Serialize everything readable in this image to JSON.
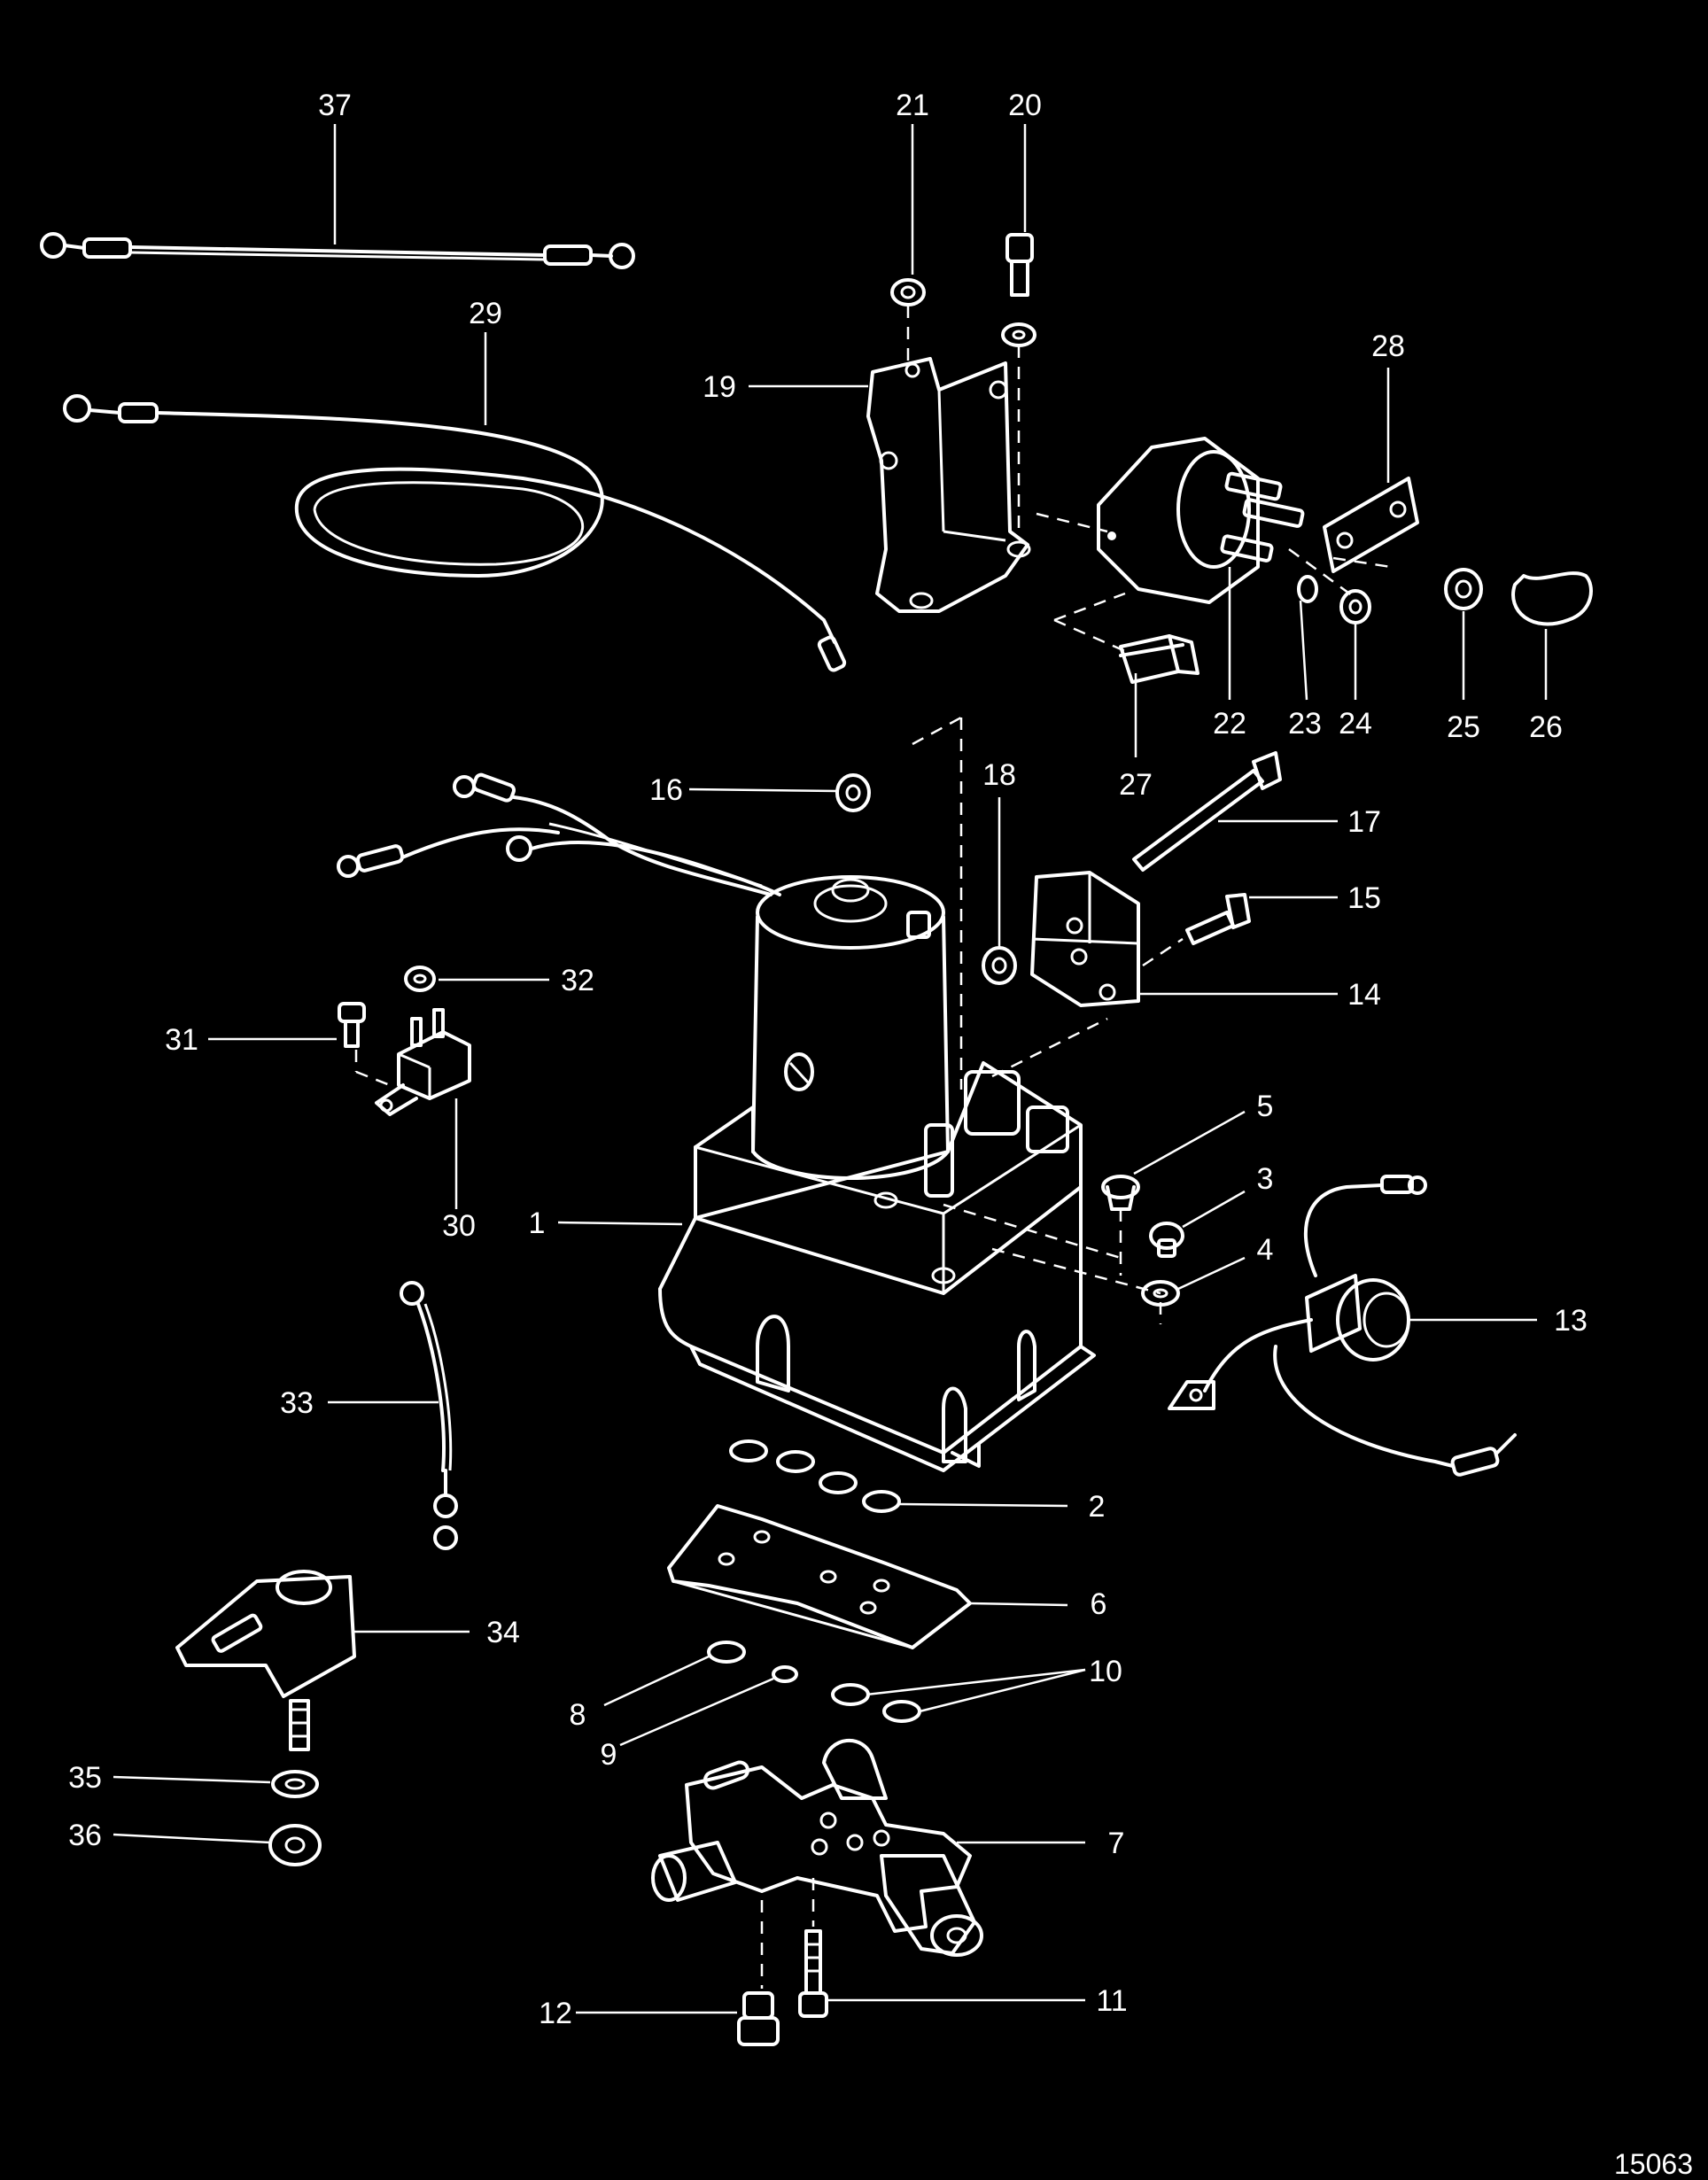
{
  "callouts": {
    "c1": "1",
    "c2": "2",
    "c3": "3",
    "c4": "4",
    "c5": "5",
    "c6": "6",
    "c7": "7",
    "c8": "8",
    "c9": "9",
    "c10": "10",
    "c11": "11",
    "c12": "12",
    "c13": "13",
    "c14": "14",
    "c15": "15",
    "c16": "16",
    "c17": "17",
    "c18": "18",
    "c19": "19",
    "c20": "20",
    "c21": "21",
    "c22": "22",
    "c23": "23",
    "c24": "24",
    "c25": "25",
    "c26": "26",
    "c27": "27",
    "c28": "28",
    "c29": "29",
    "c30": "30",
    "c31": "31",
    "c32": "32",
    "c33": "33",
    "c34": "34",
    "c35": "35",
    "c36": "36",
    "c37": "37"
  },
  "figure_ref": "15063",
  "colors": {
    "background": "#000000",
    "line_art": "#ffffff"
  }
}
